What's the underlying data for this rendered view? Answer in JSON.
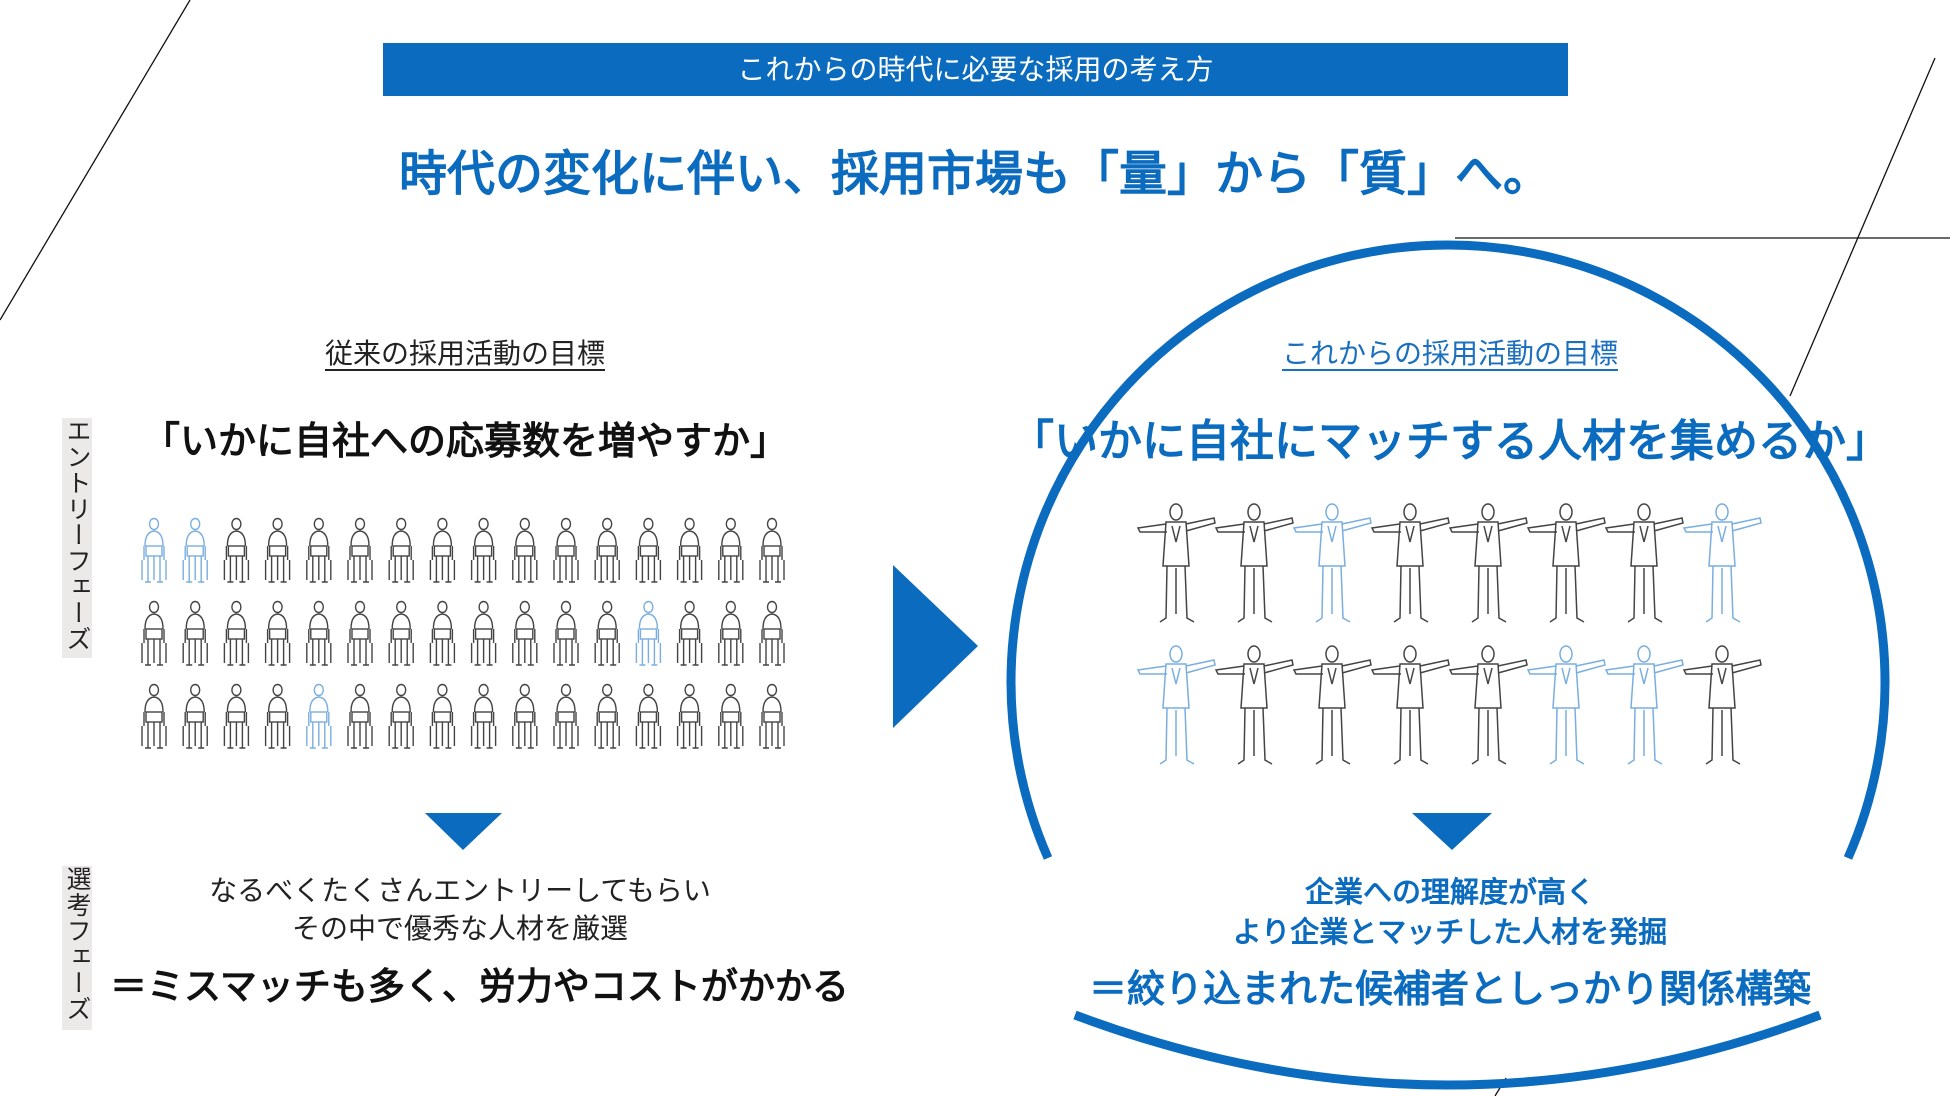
{
  "banner": {
    "title": "これからの時代に必要な採用の考え方"
  },
  "headline": "時代の変化に伴い、採用市場も「量」から「質」へ。",
  "left": {
    "subhead": "従来の採用活動の目標",
    "quote": "「いかに自社への応募数を増やすか」",
    "entry_label": "エントリーフェーズ",
    "select_label": "選考フェーズ",
    "desc_line1": "なるべくたくさんエントリーしてもらい",
    "desc_line2": "その中で優秀な人材を厳選",
    "conclusion": "＝ミスマッチも多く、労力やコストがかかる"
  },
  "right": {
    "subhead": "これからの採用活動の目標",
    "quote": "「いかに自社にマッチする人材を集めるか」",
    "desc_line1": "企業への理解度が高く",
    "desc_line2": "より企業とマッチした人材を発掘",
    "conclusion": "＝絞り込まれた候補者としっかり関係構築"
  },
  "seated_grid": {
    "rows": 3,
    "cols": 16,
    "highlighted": [
      [
        0,
        0
      ],
      [
        0,
        1
      ],
      [
        1,
        12
      ],
      [
        2,
        4
      ]
    ]
  },
  "standing_grid": {
    "rows": 2,
    "cols": 8,
    "highlighted": [
      [
        0,
        2
      ],
      [
        0,
        7
      ],
      [
        1,
        0
      ],
      [
        1,
        5
      ],
      [
        1,
        6
      ]
    ]
  },
  "colors": {
    "accent": "#0a6bbf",
    "figure": "#444444",
    "figure_highlight": "#7aaee0",
    "label_bg": "#eceae8"
  },
  "icons": [
    "seated-person-icon",
    "standing-person-icon",
    "arrow-right-icon",
    "arrow-down-icon"
  ]
}
